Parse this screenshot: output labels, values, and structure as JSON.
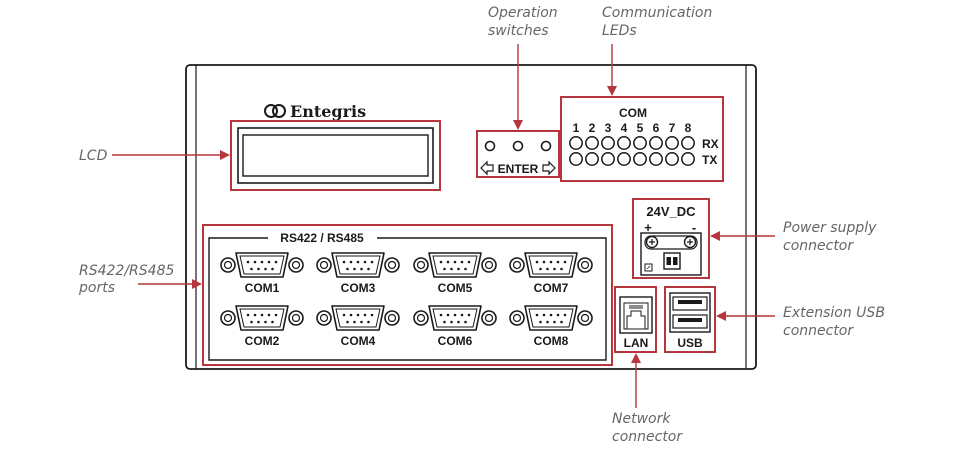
{
  "brand": "Entegris",
  "callouts": {
    "operation": [
      "Operation",
      "switches"
    ],
    "comm_leds": [
      "Communication",
      "LEDs"
    ],
    "lcd": [
      "LCD"
    ],
    "ports": [
      "RS422/RS485",
      "ports"
    ],
    "power": [
      "Power supply",
      "connector"
    ],
    "usb": [
      "Extension USB",
      "connector"
    ],
    "network": [
      "Network",
      "connector"
    ]
  },
  "leds": {
    "header": "COM",
    "numbers": [
      "1",
      "2",
      "3",
      "4",
      "5",
      "6",
      "7",
      "8"
    ],
    "rx_label": "RX",
    "tx_label": "TX"
  },
  "switches": {
    "enter_label": "ENTER"
  },
  "ports_panel": {
    "title": "RS422 / RS485",
    "top_row": [
      "COM1",
      "COM3",
      "COM5",
      "COM7"
    ],
    "bottom_row": [
      "COM2",
      "COM4",
      "COM6",
      "COM8"
    ]
  },
  "power": {
    "label": "24V_DC",
    "plus": "+",
    "minus": "-"
  },
  "lan_label": "LAN",
  "usb_label": "USB",
  "colors": {
    "accent": "#b5373d",
    "line": "#1a1a1a",
    "callout_text": "#666666"
  }
}
